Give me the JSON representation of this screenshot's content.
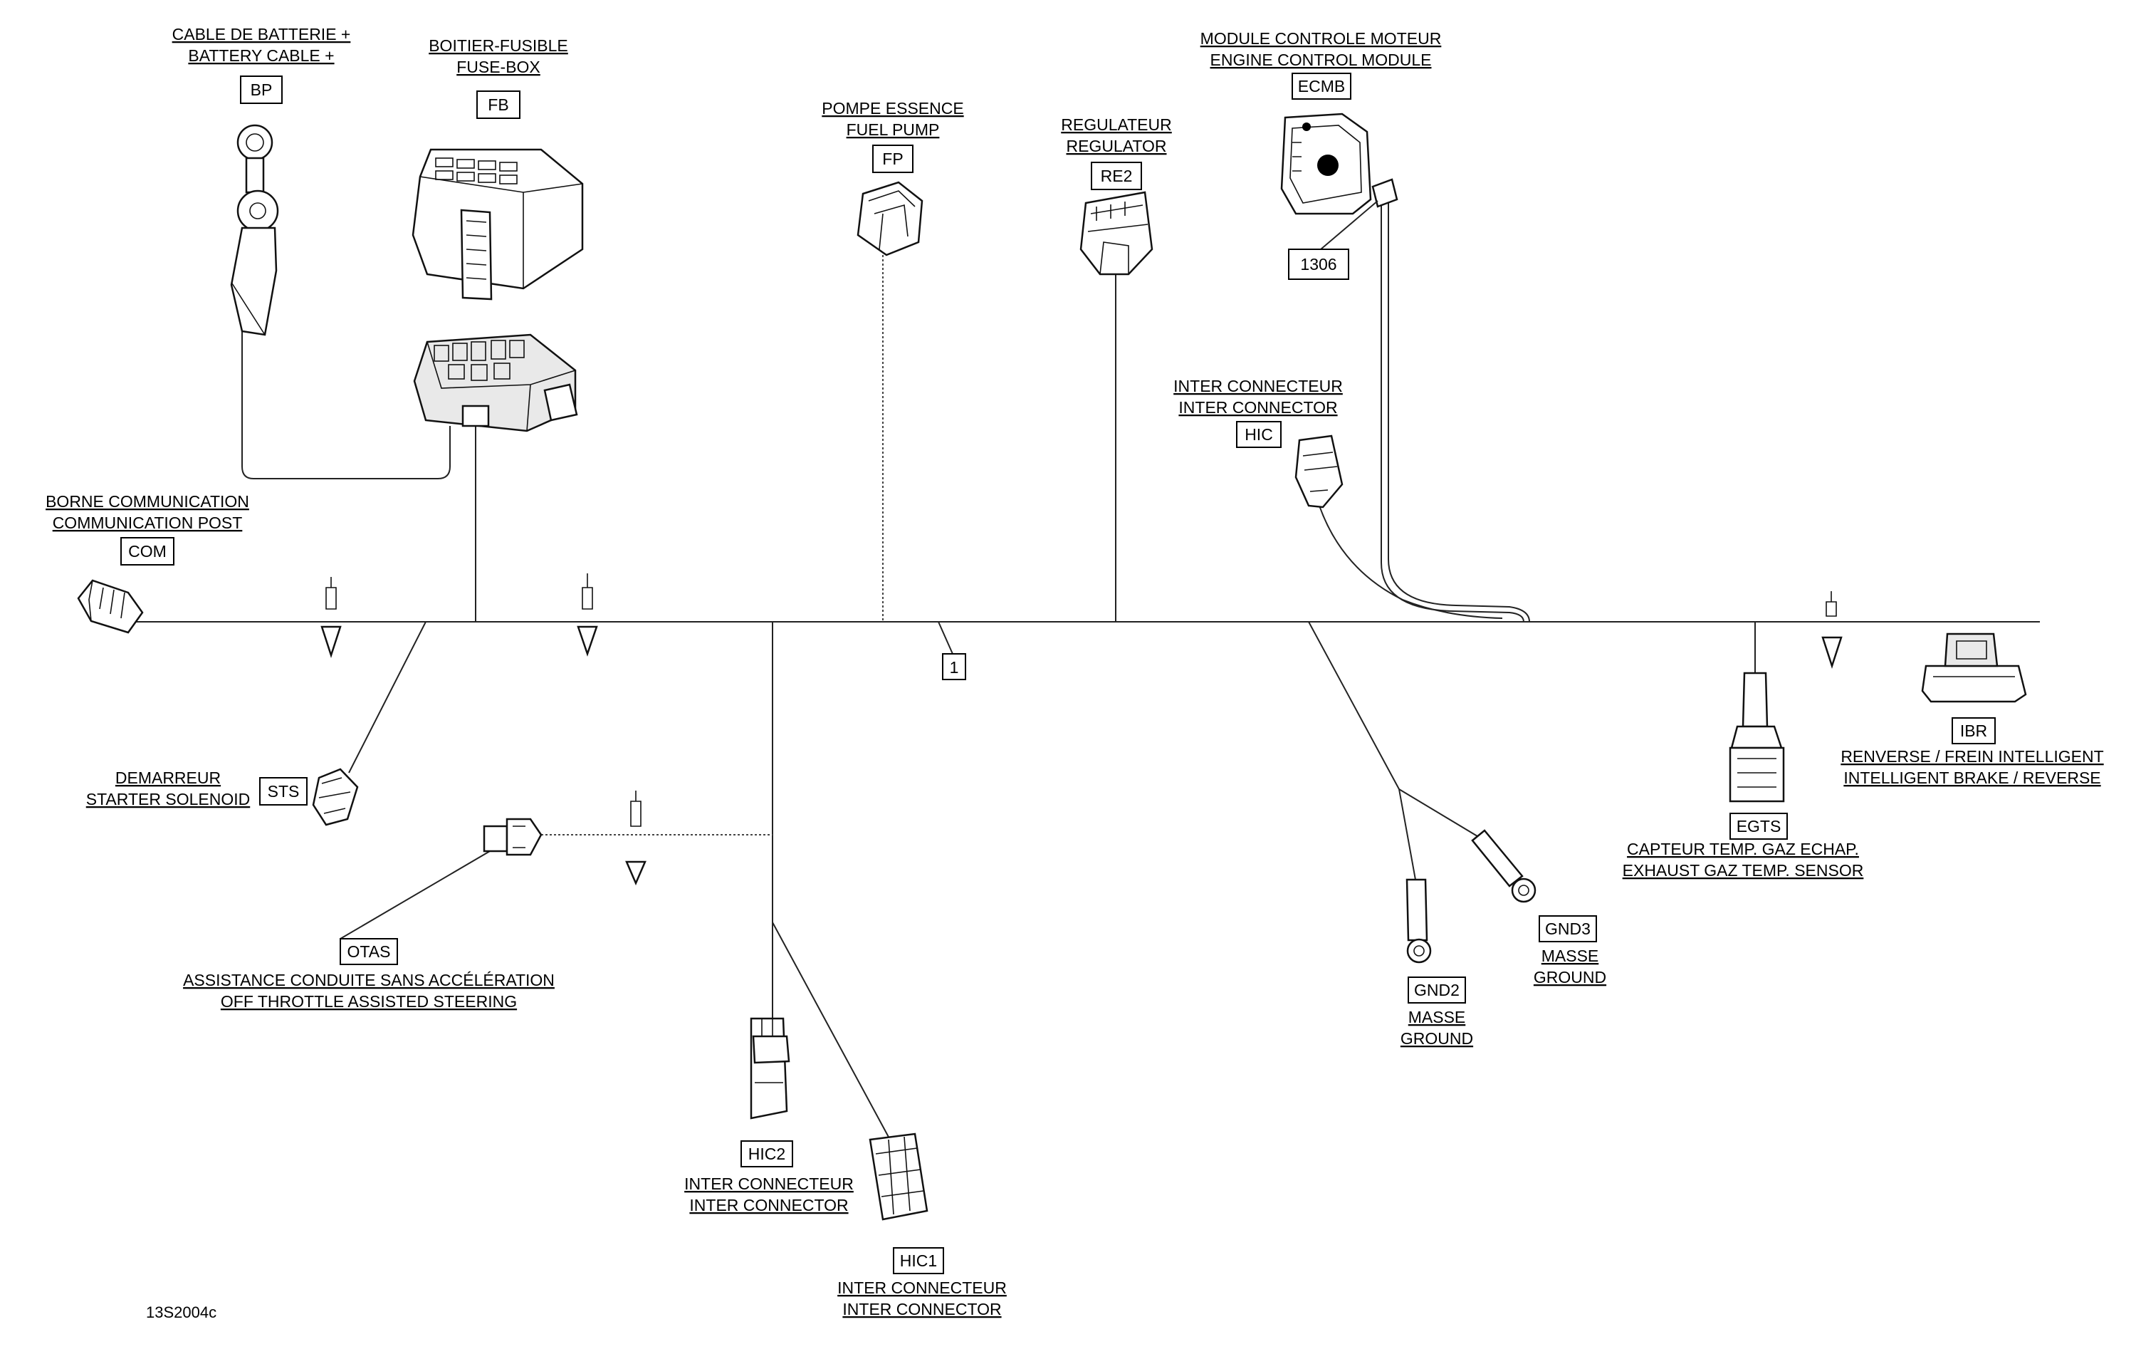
{
  "components": {
    "bp": {
      "fr": "CABLE DE BATTERIE +",
      "en": "BATTERY CABLE +",
      "code": "BP"
    },
    "fb": {
      "fr": "BOITIER-FUSIBLE",
      "en": "FUSE-BOX",
      "code": "FB"
    },
    "fp": {
      "fr": "POMPE ESSENCE",
      "en": "FUEL PUMP",
      "code": "FP"
    },
    "re2": {
      "fr": "REGULATEUR",
      "en": "REGULATOR",
      "code": "RE2"
    },
    "ecmb": {
      "fr": "MODULE CONTROLE MOTEUR",
      "en": "ENGINE CONTROL MODULE",
      "code": "ECMB"
    },
    "hic": {
      "fr": "INTER CONNECTEUR",
      "en": "INTER CONNECTOR",
      "code": "HIC"
    },
    "com": {
      "fr": "BORNE COMMUNICATION",
      "en": "COMMUNICATION POST",
      "code": "COM"
    },
    "sts": {
      "fr": "DEMARREUR",
      "en": "STARTER SOLENOID",
      "code": "STS"
    },
    "otas": {
      "fr": "ASSISTANCE CONDUITE SANS ACCÉLÉRATION",
      "en": "OFF THROTTLE ASSISTED STEERING",
      "code": "OTAS"
    },
    "hic2": {
      "fr": "INTER CONNECTEUR",
      "en": "INTER CONNECTOR",
      "code": "HIC2"
    },
    "hic1": {
      "fr": "INTER CONNECTEUR",
      "en": "INTER CONNECTOR",
      "code": "HIC1"
    },
    "gnd2": {
      "fr": "MASSE",
      "en": "GROUND",
      "code": "GND2"
    },
    "gnd3": {
      "fr": "MASSE",
      "en": "GROUND",
      "code": "GND3"
    },
    "egts": {
      "fr": "CAPTEUR TEMP. GAZ ECHAP.",
      "en": "EXHAUST GAZ TEMP. SENSOR",
      "code": "EGTS"
    },
    "ibr": {
      "fr": "RENVERSE / FREIN INTELLIGENT",
      "en": "INTELLIGENT BRAKE / REVERSE",
      "code": "IBR"
    }
  },
  "callouts": {
    "harness": "1",
    "ecm_part": "1306"
  },
  "drawing_number": "13S2004c"
}
